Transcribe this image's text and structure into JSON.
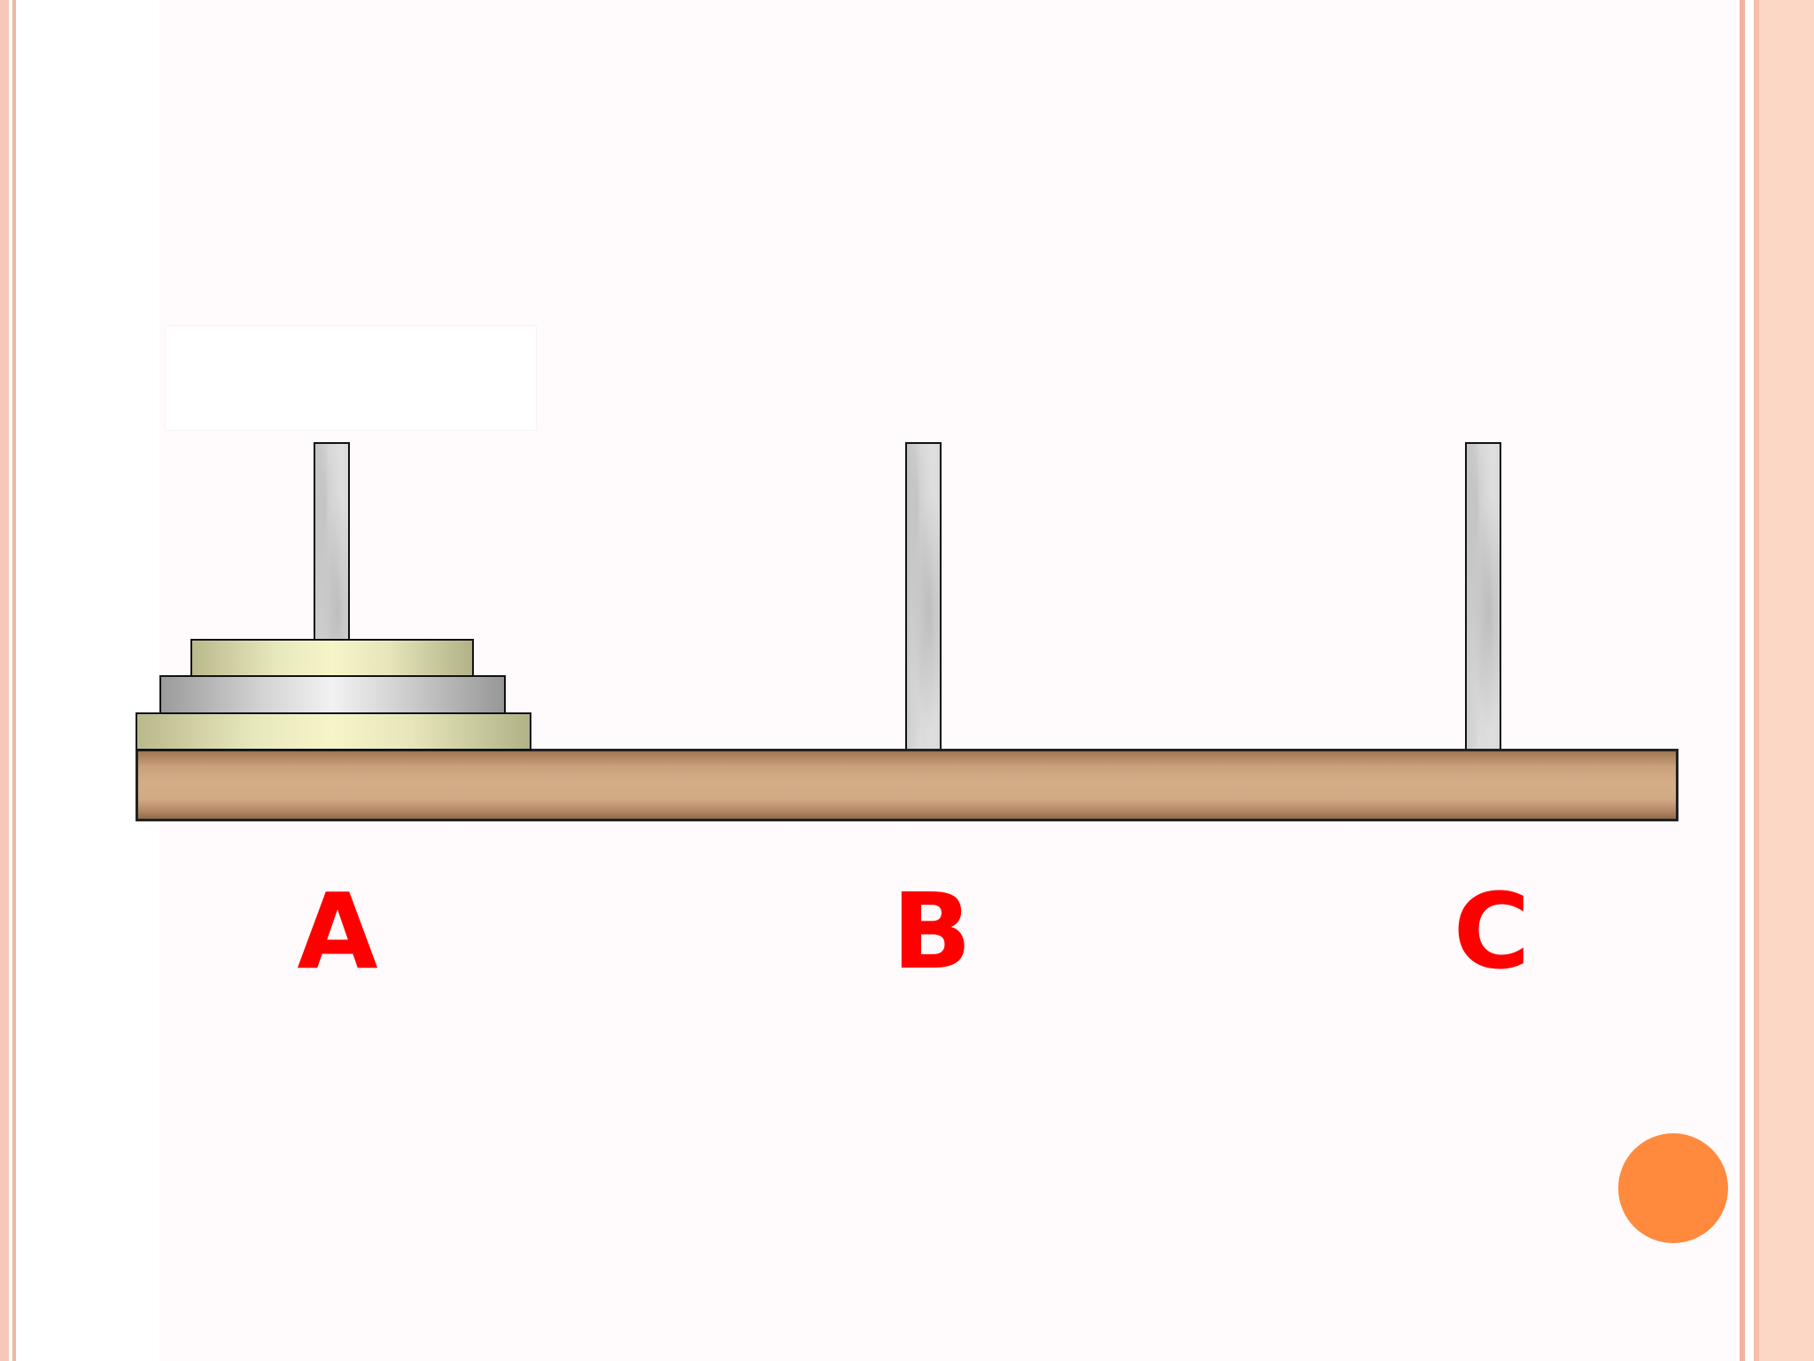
{
  "puzzle": {
    "pegs": [
      {
        "label": "A",
        "disks": 3
      },
      {
        "label": "B",
        "disks": 0
      },
      {
        "label": "C",
        "disks": 0
      }
    ]
  },
  "colors": {
    "label": "#ff0000",
    "board": "#d4ad87",
    "disk_gold": "#f5f5c8",
    "disk_silver": "#f2f2f2",
    "accent_dot": "#ff8a3d",
    "border": "#f7c7b8"
  },
  "icons": {
    "corner_dot": "orange-circle"
  }
}
